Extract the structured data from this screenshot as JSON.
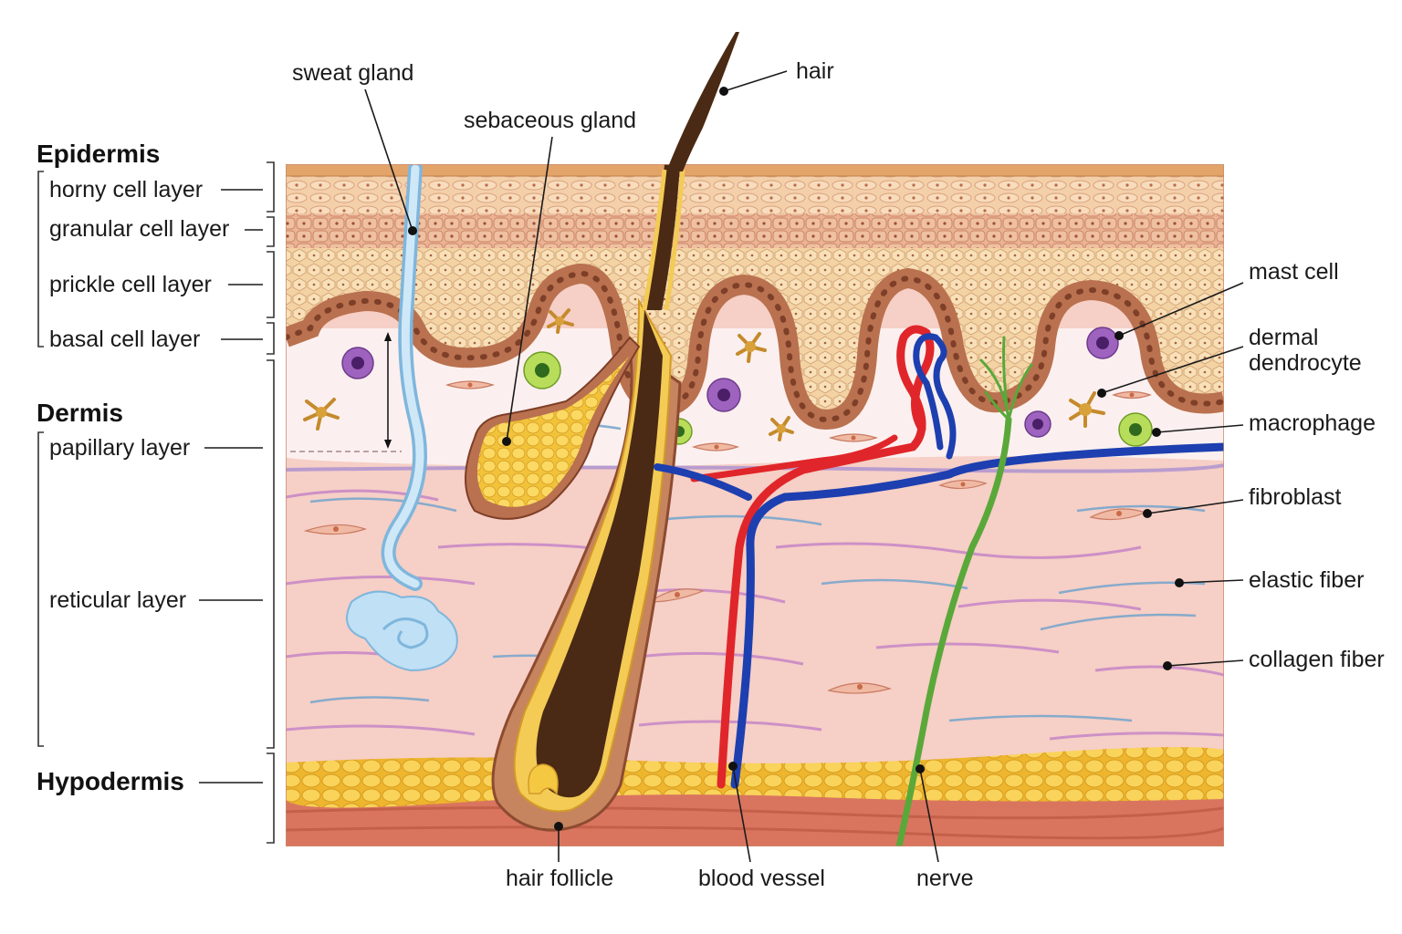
{
  "headings": {
    "epidermis": "Epidermis",
    "dermis": "Dermis",
    "hypodermis": "Hypodermis"
  },
  "left_labels": {
    "horny": "horny cell layer",
    "granular": "granular cell layer",
    "prickle": "prickle cell layer",
    "basal": "basal cell layer",
    "papillary": "papillary layer",
    "reticular": "reticular layer"
  },
  "top_labels": {
    "sweat_gland": "sweat gland",
    "sebaceous_gland": "sebaceous gland",
    "hair": "hair"
  },
  "right_labels": {
    "mast_cell": "mast cell",
    "dermal_dendrocyte_1": "dermal",
    "dermal_dendrocyte_2": "dendrocyte",
    "macrophage": "macrophage",
    "fibroblast": "fibroblast",
    "elastic_fiber": "elastic fiber",
    "collagen_fiber": "collagen fiber"
  },
  "bottom_labels": {
    "hair_follicle": "hair follicle",
    "blood_vessel": "blood vessel",
    "nerve": "nerve"
  },
  "colors": {
    "stratum_corneum": "#f2c9a1",
    "prickle": "#f6d9ae",
    "basal": "#b8704f",
    "papillary": "#fbeeee",
    "reticular": "#f6cdc4",
    "fat": "#f3c33c",
    "muscle": "#d8735f",
    "hair": "#4a2a14",
    "artery": "#e0262a",
    "vein": "#1d3fb0",
    "nerve": "#5aa83a",
    "sweat": "#bfe0f5",
    "sebaceous": "#f7cf47"
  }
}
